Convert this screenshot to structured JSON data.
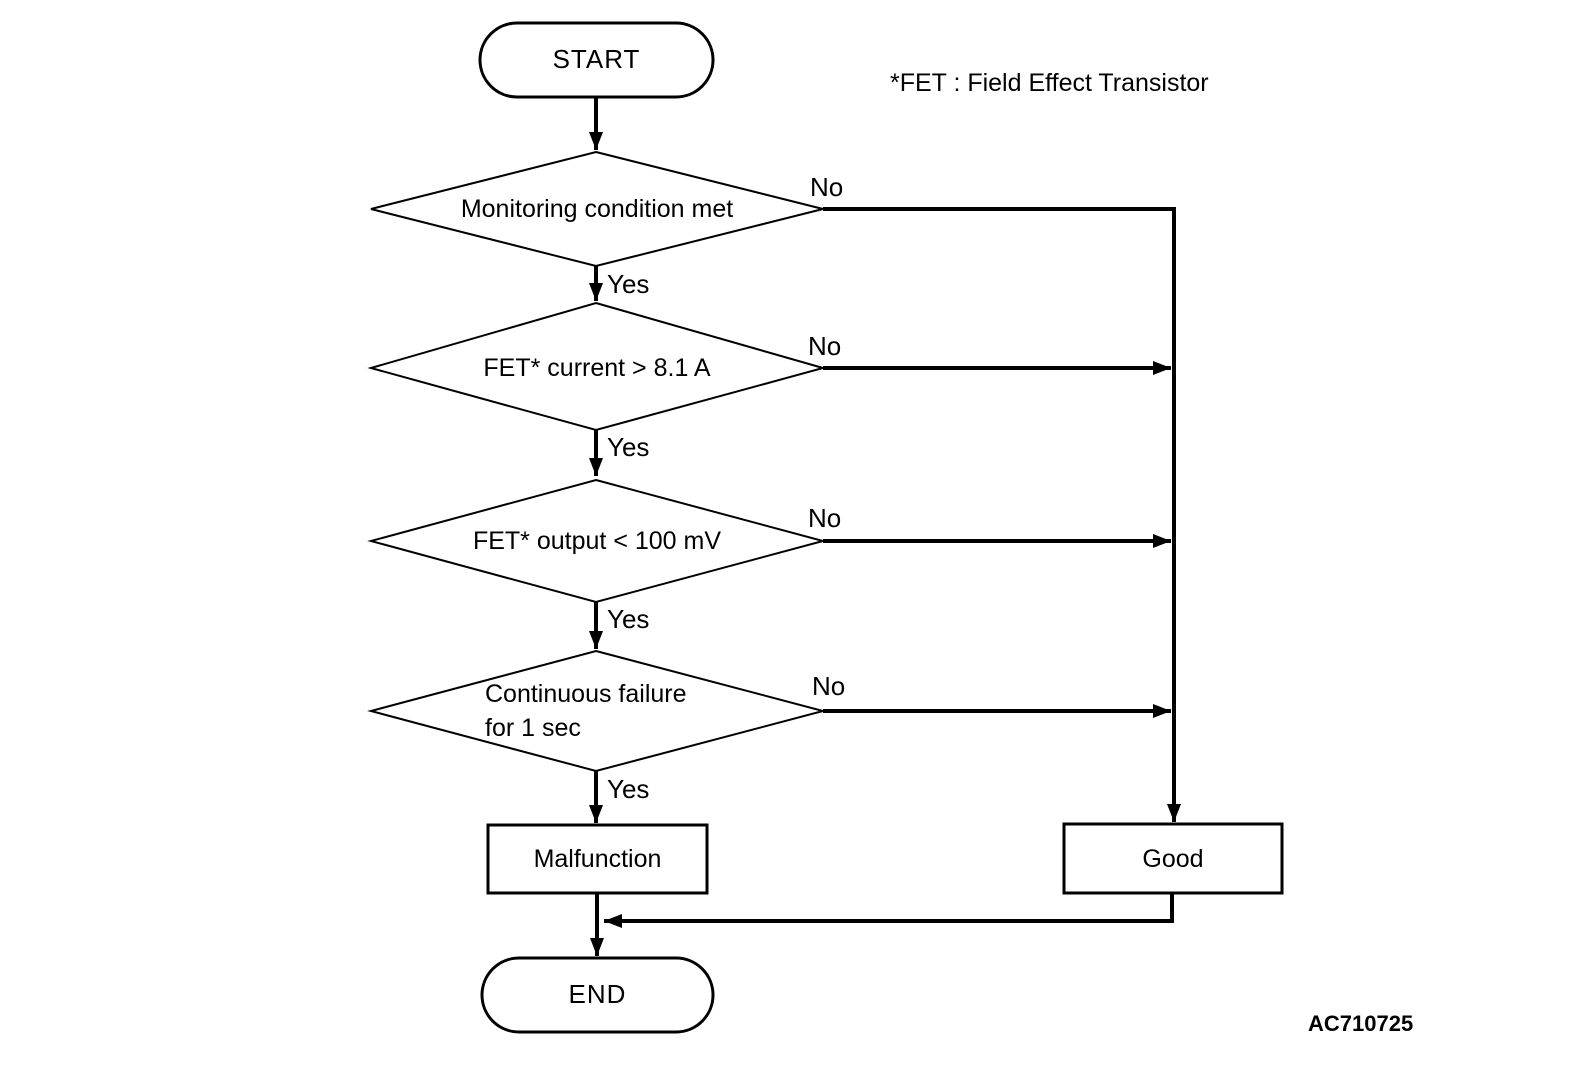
{
  "flowchart": {
    "note": "*FET : Field Effect Transistor",
    "figure_code": "AC710725",
    "start_label": "START",
    "end_label": "END",
    "decisions": [
      {
        "text": "Monitoring condition met",
        "yes_label": "Yes",
        "no_label": "No"
      },
      {
        "text": "FET* current > 8.1 A",
        "yes_label": "Yes",
        "no_label": "No"
      },
      {
        "text": "FET* output < 100 mV",
        "yes_label": "Yes",
        "no_label": "No"
      },
      {
        "text": "Continuous failure\nfor 1 sec",
        "yes_label": "Yes",
        "no_label": "No"
      }
    ],
    "results": {
      "malfunction": "Malfunction",
      "good": "Good"
    },
    "colors": {
      "stroke": "#000000",
      "shape_fill": "#ffffff",
      "text": "#000000",
      "background": "#ffffff"
    }
  }
}
